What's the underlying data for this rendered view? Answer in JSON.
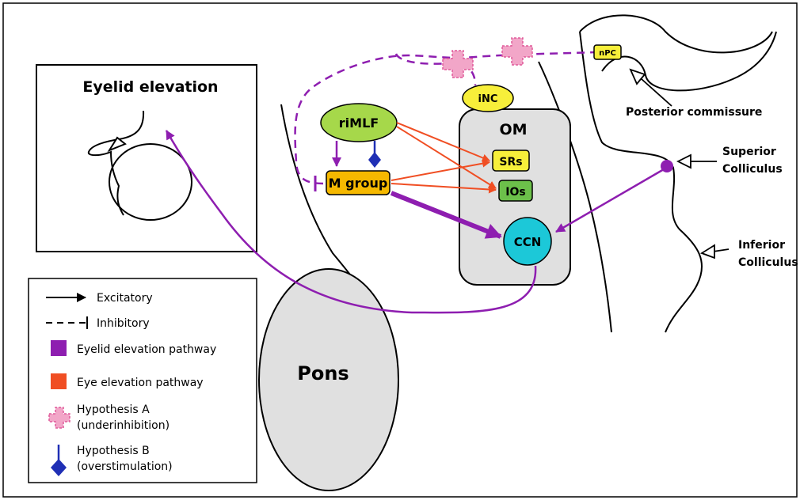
{
  "title": "Eyelid elevation",
  "structures": {
    "pons": "Pons",
    "om": "OM",
    "rimlf": "riMLF",
    "mgroup": "M group",
    "inc": "iNC",
    "srs": "SRs",
    "ios": "IOs",
    "ccn": "CCN",
    "npc": "nPC"
  },
  "anatomy_labels": {
    "posterior_commissure": "Posterior commissure",
    "superior_colliculus_line1": "Superior",
    "superior_colliculus_line2": "Colliculus",
    "inferior_colliculus_line1": "Inferior",
    "inferior_colliculus_line2": "Colliculus"
  },
  "legend": {
    "excitatory": "Excitatory",
    "inhibitory": "Inhibitory",
    "eyelid_pathway": "Eyelid elevation pathway",
    "eye_pathway": "Eye elevation pathway",
    "hypA_line1": "Hypothesis A",
    "hypA_line2": "(underinhibition)",
    "hypB_line1": "Hypothesis B",
    "hypB_line2": "(overstimulation)"
  },
  "colors": {
    "eyelid_pathway": "#8e1eb0",
    "eye_pathway": "#f04e23",
    "rimlf_fill": "#a6d84a",
    "mgroup_fill": "#f5b800",
    "inc_fill": "#f7ef3a",
    "srs_fill": "#f7ef3a",
    "ios_fill": "#6cc04a",
    "ccn_fill": "#1cc8d8",
    "npc_fill": "#f7ef3a",
    "om_fill": "#e0e0e0",
    "pons_fill": "#e0e0e0",
    "hypothesis_a": "#f2a6c8",
    "hypothesis_b": "#1f2fb5"
  },
  "icons": {
    "hypothesis_a": "dashed-plus-cross-icon",
    "hypothesis_b": "blue-diamond-icon"
  }
}
